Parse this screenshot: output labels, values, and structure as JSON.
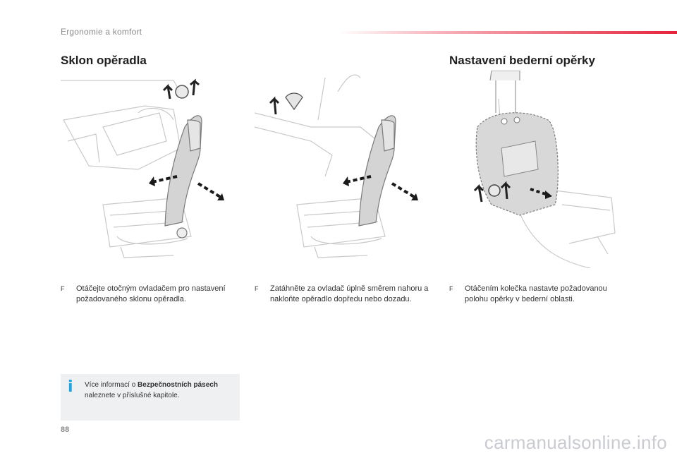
{
  "header": {
    "section": "Ergonomie a komfort"
  },
  "colors": {
    "accent": "#e5233a",
    "info": "#1fa4e3",
    "box": "#eef0f1"
  },
  "left_heading": "Sklon opěradla",
  "right_heading": "Nastavení bederní opěrky",
  "bullets": [
    {
      "mark": "F",
      "text": "Otáčejte otočným ovladačem pro nastavení požadovaného sklonu opěradla."
    },
    {
      "mark": "F",
      "text": "Zatáhněte za ovladač úplně směrem nahoru a nakloňte opěradlo dopředu nebo dozadu."
    },
    {
      "mark": "F",
      "text": "Otáčením kolečka nastavte požadovanou polohu opěrky v bederní oblasti."
    }
  ],
  "info": {
    "icon": "info-icon",
    "prefix": "Více informací o ",
    "bold": "Bezpečnostních pásech",
    "suffix": " naleznete v příslušné kapitole."
  },
  "page_number": "88",
  "watermark": "carmanualsonline.info"
}
